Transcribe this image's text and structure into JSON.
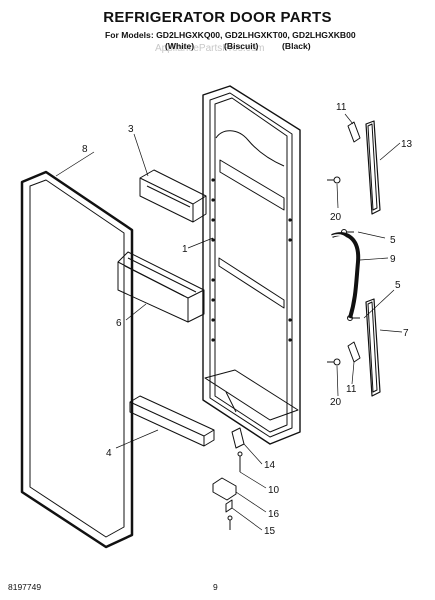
{
  "header": {
    "title": "REFRIGERATOR DOOR PARTS",
    "models_label": "For Models: GD2LHGXKQ00, GD2LHGXKT00, GD2LHGXKB00",
    "variants": [
      "(White)",
      "(Biscuit)",
      "(Black)"
    ]
  },
  "watermark": "AppliancePartsPros.com",
  "callouts": {
    "door_liner": "1",
    "shelf_top": "3",
    "handle_screw": "5",
    "handle_screw_lower": "5",
    "shelf_bin": "6",
    "trim_lower": "7",
    "gasket": "8",
    "handle": "9",
    "hinge": "10",
    "cap_top": "11",
    "cap_bottom": "11",
    "trim_upper": "13",
    "bushing": "14",
    "hinge_pin": "15",
    "stop": "16",
    "screw_top": "20",
    "screw_bottom": "20",
    "rail": "4"
  },
  "footer": {
    "doc_number": "8197749",
    "page_number": "9"
  }
}
